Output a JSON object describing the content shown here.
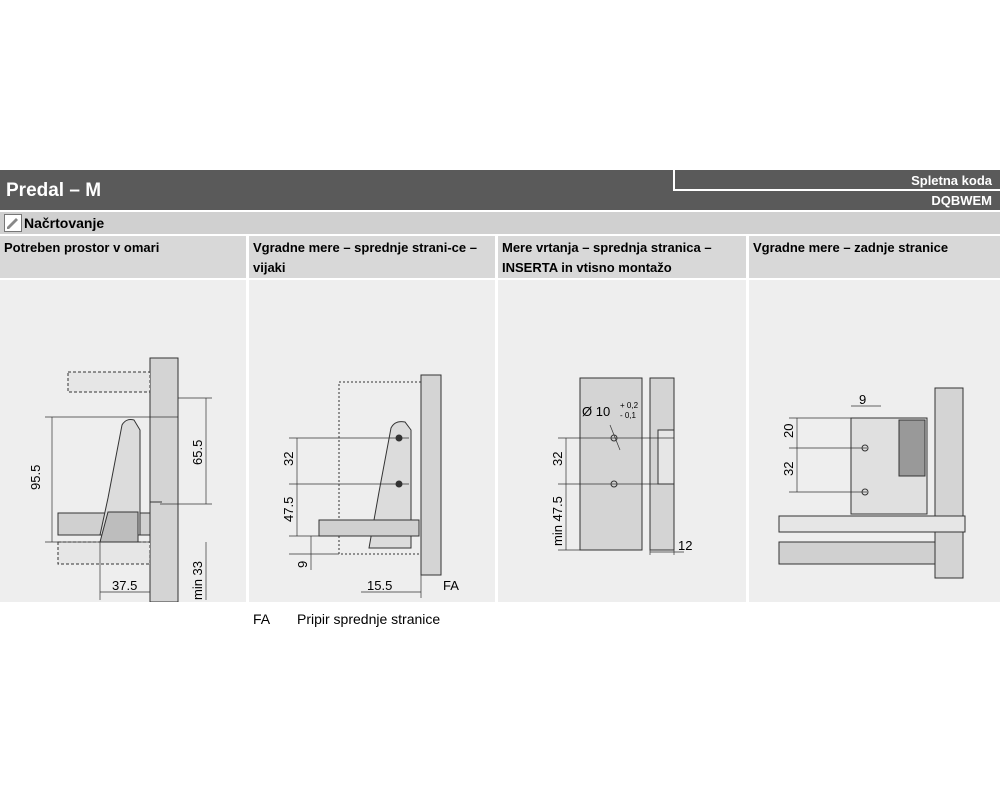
{
  "header": {
    "title": "Predal – M",
    "code_label": "Spletna koda",
    "code_value": "DQBWEM"
  },
  "section": {
    "label": "Načrtovanje"
  },
  "columns": [
    {
      "title": "Potreben prostor v omari"
    },
    {
      "title": "Vgradne mere – sprednje strani-ce – vijaki"
    },
    {
      "title": "Mere vrtanja – sprednja stranica – INSERTA in vtisno montažo"
    },
    {
      "title": "Vgradne mere – zadnje stranice"
    }
  ],
  "panel1": {
    "dim_95_5": "95.5",
    "dim_65_5": "65.5",
    "dim_37_5": "37.5",
    "dim_min33": "min 33"
  },
  "panel2": {
    "dim_32": "32",
    "dim_47_5": "47.5",
    "dim_9": "9",
    "dim_15_5": "15.5",
    "dim_fa": "FA"
  },
  "panel3": {
    "dim_dia": "Ø 10",
    "tol_plus": "+ 0,2",
    "tol_minus": "- 0,1",
    "dim_32": "32",
    "dim_min47_5": "min 47.5",
    "dim_12": "12"
  },
  "panel4": {
    "dim_9": "9",
    "dim_20": "20",
    "dim_32": "32"
  },
  "footnote": {
    "key": "FA",
    "text": "Pripir sprednje stranice"
  }
}
